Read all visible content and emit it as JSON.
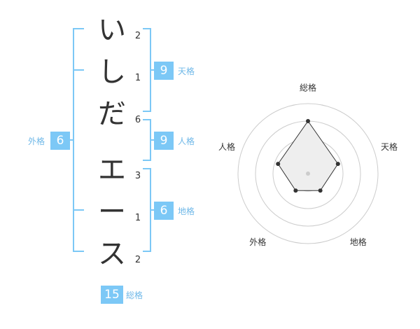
{
  "name": {
    "chars": [
      {
        "char": "い",
        "strokes": "2"
      },
      {
        "char": "し",
        "strokes": "1"
      },
      {
        "char": "だ",
        "strokes": "6"
      },
      {
        "char": "エ",
        "strokes": "3"
      },
      {
        "char": "ー",
        "strokes": "1"
      },
      {
        "char": "ス",
        "strokes": "2"
      }
    ]
  },
  "kakusu": {
    "tenkaku": {
      "label": "天格",
      "value": "9"
    },
    "jinkaku": {
      "label": "人格",
      "value": "9"
    },
    "chikaku": {
      "label": "地格",
      "value": "6"
    },
    "gaikaku": {
      "label": "外格",
      "value": "6"
    },
    "soukaku": {
      "label": "総格",
      "value": "15"
    }
  },
  "chart_data": {
    "type": "radar",
    "axes": [
      "総格",
      "天格",
      "地格",
      "外格",
      "人格"
    ],
    "values": [
      15,
      9,
      6,
      6,
      9
    ],
    "range": [
      0,
      20
    ],
    "rings": 4,
    "colors": {
      "fill": "#eeeeee",
      "line": "#333333",
      "grid": "#cccccc",
      "center": "#cccccc"
    }
  }
}
